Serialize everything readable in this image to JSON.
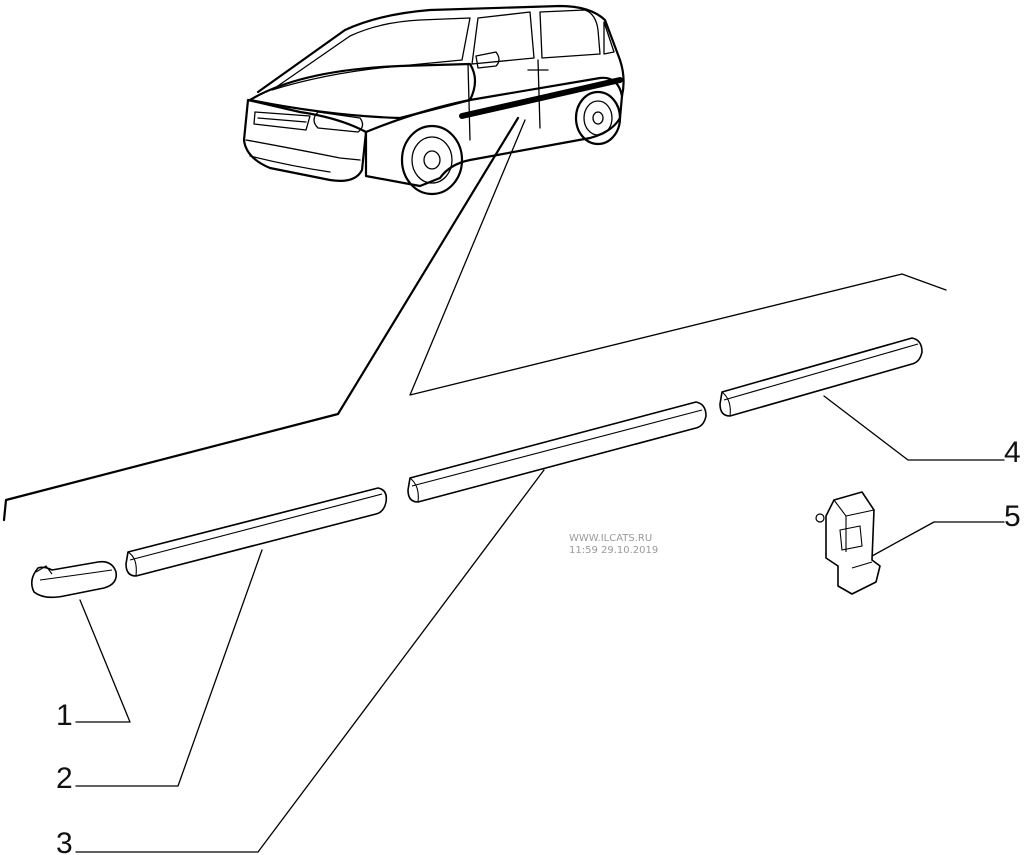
{
  "callouts": [
    {
      "number": "1",
      "part": "molding-end-cap"
    },
    {
      "number": "2",
      "part": "front-door-molding"
    },
    {
      "number": "3",
      "part": "rear-door-molding"
    },
    {
      "number": "4",
      "part": "rear-quarter-molding"
    },
    {
      "number": "5",
      "part": "molding-clip"
    }
  ],
  "watermark": {
    "site": "WWW.ILCATS.RU",
    "timestamp": "11:59 29.10.2019"
  },
  "colors": {
    "ink": "#000000",
    "background": "#ffffff",
    "watermark": "#9a9a9a"
  }
}
